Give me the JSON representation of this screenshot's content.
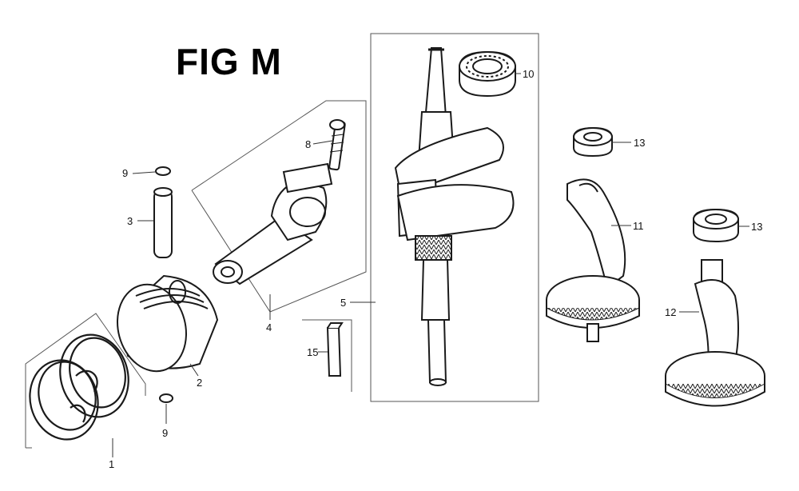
{
  "figure": {
    "title": "FIG M"
  },
  "callouts": {
    "c1": "1",
    "c2": "2",
    "c3": "3",
    "c4": "4",
    "c5": "5",
    "c8": "8",
    "c9a": "9",
    "c9b": "9",
    "c10": "10",
    "c11": "11",
    "c12": "12",
    "c13a": "13",
    "c13b": "13",
    "c15": "15"
  },
  "colors": {
    "ink": "#1a1a1a",
    "paper": "#ffffff"
  }
}
